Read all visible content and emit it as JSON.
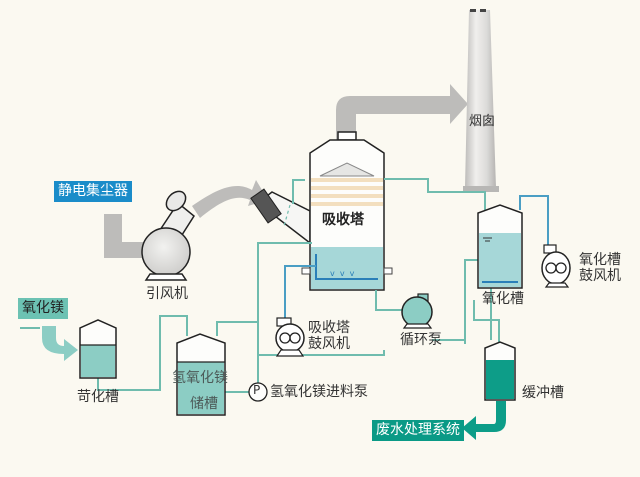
{
  "diagram": {
    "title": "镁法脱硫工艺流程",
    "colors": {
      "background": "#fbf9f1",
      "gas_arrow": "#bdbcba",
      "pipe_teal": "#6fbcae",
      "pipe_blue": "#4a9ec4",
      "liquid_light": "#a6d7d8",
      "liquid_teal": "#8ccdc4",
      "liquid_dark": "#0d9d88",
      "label_blue": "#1a8cc9",
      "label_teal": "#6cc2b3",
      "label_dark_teal": "#0a9a86",
      "stack_gray": "#d9d8d6"
    },
    "labels": {
      "esp": "静电集尘器",
      "id_fan": "引风机",
      "absorber": "吸收塔",
      "stack": "烟囱",
      "oxidation_tank": "氧化槽",
      "oxidation_blower_l1": "氧化槽",
      "oxidation_blower_l2": "鼓风机",
      "circulation_pump": "循环泵",
      "absorber_blower_l1": "吸收塔",
      "absorber_blower_l2": "鼓风机",
      "mgo_source": "氧化镁",
      "slaking_tank": "苛化槽",
      "mgoh_storage_l1": "氢氧化镁",
      "mgoh_storage_l2": "储槽",
      "feed_pump_symbol": "P",
      "feed_pump": "氢氧化镁进料泵",
      "buffer_tank": "缓冲槽",
      "wastewater": "废水处理系统"
    }
  }
}
